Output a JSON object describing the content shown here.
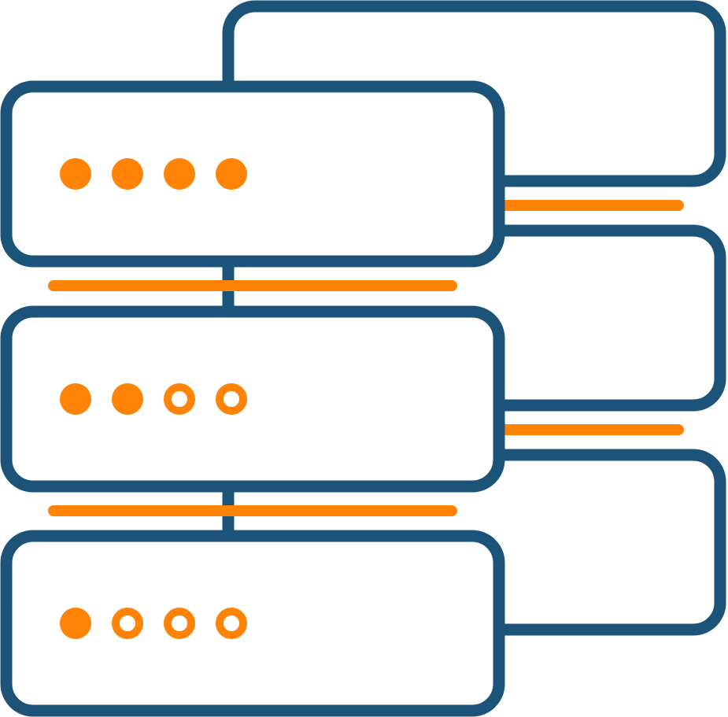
{
  "icon": {
    "name": "server-rack-icon",
    "colors": {
      "outline": "#1b5478",
      "accent": "#ff8307",
      "fill": "#ffffff"
    }
  },
  "front_units": [
    {
      "indicators": [
        "filled",
        "filled",
        "filled",
        "filled"
      ]
    },
    {
      "indicators": [
        "filled",
        "filled",
        "ring",
        "ring"
      ]
    },
    {
      "indicators": [
        "filled",
        "ring",
        "ring",
        "ring"
      ]
    }
  ]
}
